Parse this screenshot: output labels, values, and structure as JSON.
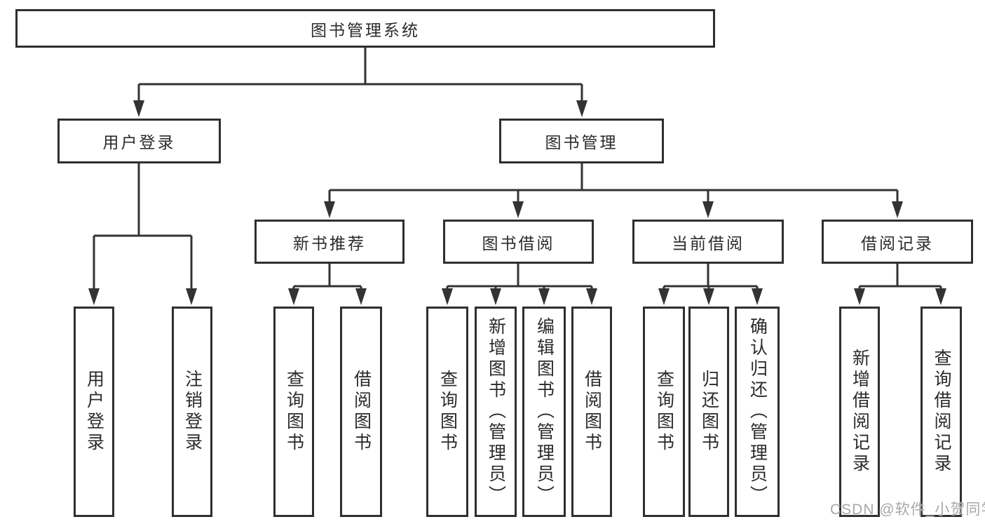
{
  "tree": {
    "label": "图书管理系统",
    "children": [
      {
        "label": "用户登录",
        "children": [
          {
            "label": "用户登录"
          },
          {
            "label": "注销登录"
          }
        ]
      },
      {
        "label": "图书管理",
        "children": [
          {
            "label": "新书推荐",
            "children": [
              {
                "label": "查询图书"
              },
              {
                "label": "借阅图书"
              }
            ]
          },
          {
            "label": "图书借阅",
            "children": [
              {
                "label": "查询图书"
              },
              {
                "label": "新增图书（管理员）"
              },
              {
                "label": "编辑图书（管理员）"
              },
              {
                "label": "借阅图书"
              }
            ]
          },
          {
            "label": "当前借阅",
            "children": [
              {
                "label": "查询图书"
              },
              {
                "label": "归还图书"
              },
              {
                "label": "确认归还（管理员）"
              }
            ]
          },
          {
            "label": "借阅记录",
            "children": [
              {
                "label": "新增借阅记录"
              },
              {
                "label": "查询借阅记录"
              }
            ]
          }
        ]
      }
    ]
  },
  "watermark": {
    "text": "CSDN @软件_小贺同学"
  },
  "colors": {
    "line": "#333333",
    "box_border": "#2f2f2f",
    "box_background": "#ffffff",
    "text": "#2b2b2b",
    "watermark": "#a8a8a8"
  }
}
